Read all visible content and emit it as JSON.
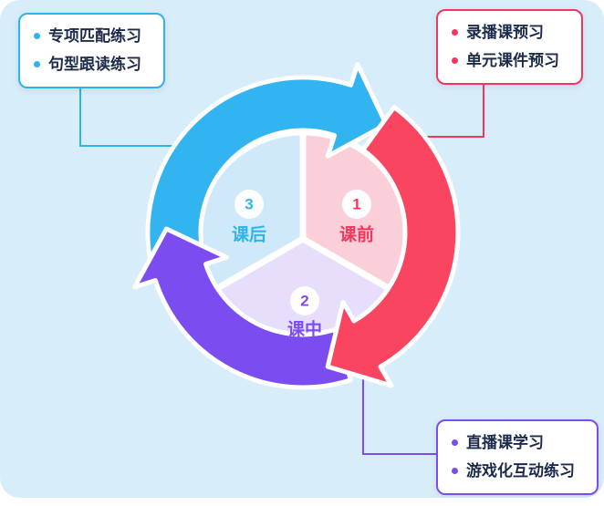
{
  "background": {
    "page": "#ffffff",
    "panel": "#d8edfa"
  },
  "callouts": {
    "top_left": {
      "accent": "#2db3f2",
      "items": [
        "专项匹配练习",
        "句型跟读练习"
      ]
    },
    "top_right": {
      "accent": "#f5365c",
      "items": [
        "录播课预习",
        "单元课件预习"
      ]
    },
    "bottom_right": {
      "accent": "#7b4df0",
      "items": [
        "直播课学习",
        "游戏化互动练习"
      ]
    }
  },
  "cycle": {
    "phases": [
      {
        "number": "1",
        "label": "课前",
        "color": "#f5365c",
        "sector_fill": "#fbcfd8"
      },
      {
        "number": "2",
        "label": "课中",
        "color": "#7b4df0",
        "sector_fill": "#e6defb"
      },
      {
        "number": "3",
        "label": "课后",
        "color": "#2db3f2",
        "sector_fill": "#cfe9fb"
      }
    ],
    "arrows": {
      "blue": "#32b4f1",
      "red": "#f94560",
      "purple": "#7b4df0"
    }
  }
}
